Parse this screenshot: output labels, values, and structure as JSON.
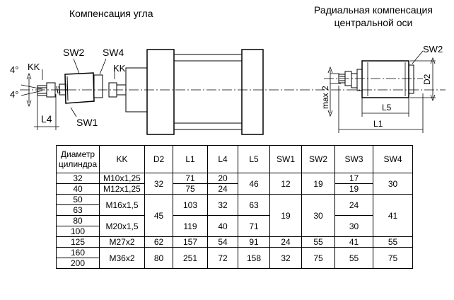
{
  "captions": {
    "left": "Компенсация угла",
    "right_line1": "Радиальная компенсация",
    "right_line2": "центральной  оси"
  },
  "drawing_labels": {
    "angle_top": "4°",
    "angle_bottom": "4°",
    "kk_left": "KK",
    "kk_right": "KK",
    "sw1": "SW1",
    "sw2_left": "SW2",
    "sw4": "SW4",
    "l4": "L4",
    "sw2_right": "SW2",
    "max2": "max 2",
    "d2": "D2",
    "l5": "L5",
    "l1": "L1"
  },
  "table": {
    "headers": {
      "diameter": "Диаметр цилиндра",
      "kk": "KK",
      "d2": "D2",
      "l1": "L1",
      "l4": "L4",
      "l5": "L5",
      "sw1": "SW1",
      "sw2": "SW2",
      "sw3": "SW3",
      "sw4": "SW4"
    },
    "diameter": [
      "32",
      "40",
      "50",
      "63",
      "80",
      "100",
      "125",
      "160",
      "200"
    ],
    "kk": [
      "M10x1,25",
      "M12x1,25",
      "M16x1,5",
      "M20x1,5",
      "M27x2",
      "M36x2"
    ],
    "d2": [
      "32",
      "45",
      "62",
      "80"
    ],
    "l1": [
      "71",
      "75",
      "103",
      "119",
      "157",
      "251"
    ],
    "l4": [
      "20",
      "24",
      "32",
      "40",
      "54",
      "72"
    ],
    "l5": [
      "46",
      "63",
      "71",
      "91",
      "158"
    ],
    "sw1": [
      "12",
      "19",
      "24",
      "32"
    ],
    "sw2": [
      "19",
      "30",
      "55",
      "75"
    ],
    "sw3": [
      "17",
      "19",
      "24",
      "30",
      "41",
      "55"
    ],
    "sw4": [
      "30",
      "41",
      "55",
      "75"
    ]
  }
}
